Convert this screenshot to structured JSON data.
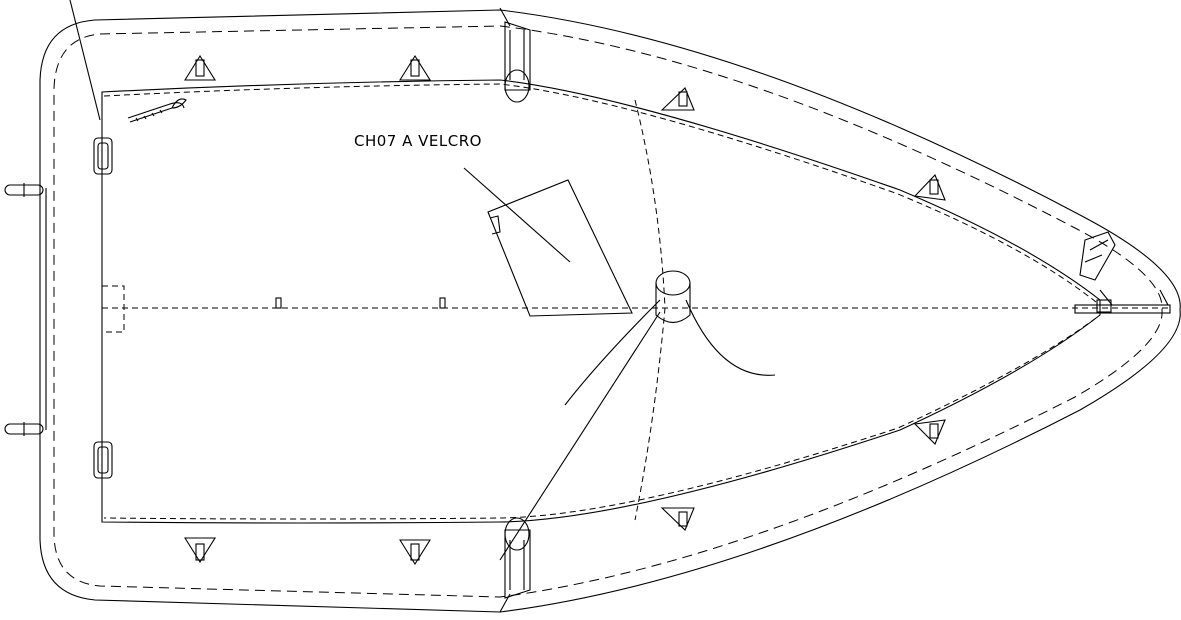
{
  "callout": {
    "text": "CH07 A VELCRO"
  },
  "side_label": {
    "text": ""
  },
  "colors": {
    "line": "#000000",
    "background": "#ffffff"
  },
  "icons": [
    "tube-outline",
    "floor-outline",
    "grab-handle",
    "lifting-ring",
    "towing-eye",
    "oar-lock",
    "spray-dodger"
  ]
}
